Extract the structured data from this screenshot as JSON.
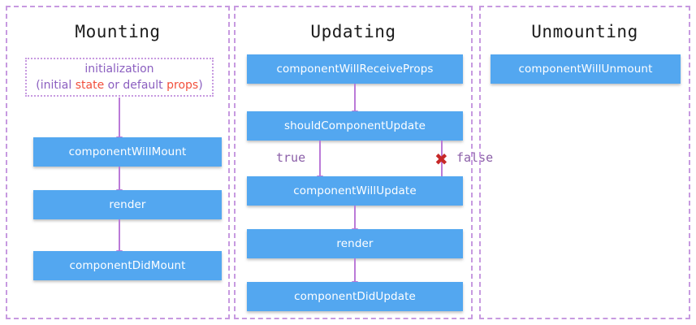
{
  "colors": {
    "node_blue": "#53a7f0",
    "node_text": "#ffffff",
    "panel_border": "#c79ae0",
    "arrow": "#bb7ad8",
    "accent_purple": "#8b5fc0",
    "keyword_red": "#f2503c",
    "branch_label": "#8b5fa8",
    "x_red": "#c62828",
    "title_text": "#1c1c1c",
    "background": "#ffffff"
  },
  "panels": {
    "mounting": {
      "title": "Mounting",
      "initialization": {
        "line1": "initialization",
        "line2_a": "(initial ",
        "line2_state": "state",
        "line2_b": " or default ",
        "line2_props": "props",
        "line2_c": ")"
      },
      "nodes": [
        {
          "label": "componentWillMount"
        },
        {
          "label": "render"
        },
        {
          "label": "componentDidMount"
        }
      ]
    },
    "updating": {
      "title": "Updating",
      "nodes": [
        {
          "label": "componentWillReceiveProps"
        },
        {
          "label": "shouldComponentUpdate"
        },
        {
          "label": "componentWillUpdate"
        },
        {
          "label": "render"
        },
        {
          "label": "componentDidUpdate"
        }
      ],
      "branches": {
        "true_label": "true",
        "false_label": "false",
        "false_marker": "✖"
      }
    },
    "unmounting": {
      "title": "Unmounting",
      "nodes": [
        {
          "label": "componentWillUnmount"
        }
      ]
    }
  }
}
